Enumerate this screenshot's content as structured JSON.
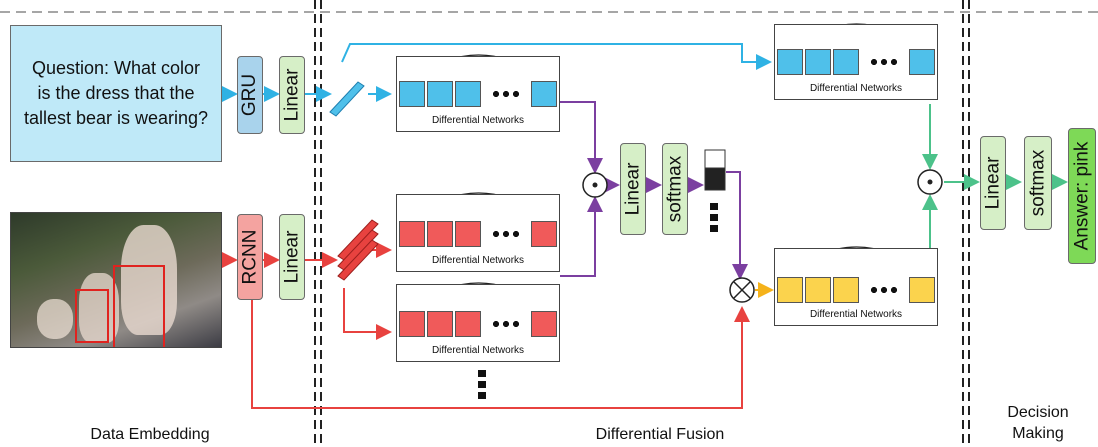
{
  "question": {
    "text": "Question: What color is the dress that the tallest bear is wearing?"
  },
  "modules": {
    "gru": "GRU",
    "rcnn": "RCNN",
    "linear": "Linear",
    "softmax": "softmax",
    "answer": "Answer: pink"
  },
  "differential_network_label": "Differential Networks",
  "sections": {
    "data_embedding": "Data Embedding",
    "differential_fusion": "Differential Fusion",
    "decision_making": "Decision Making"
  },
  "colors": {
    "question_stream": "#2fb2e4",
    "image_stream": "#e8423f",
    "fusion_stream": "#7b3fa0",
    "attended_stream": "#f5b21a",
    "decision_stream": "#4cc28a",
    "module_fill": "#d6efc7",
    "answer_fill": "#7ed957"
  },
  "icons": {
    "dot_product": "circled-dot-icon",
    "outer_product": "circled-times-icon"
  }
}
